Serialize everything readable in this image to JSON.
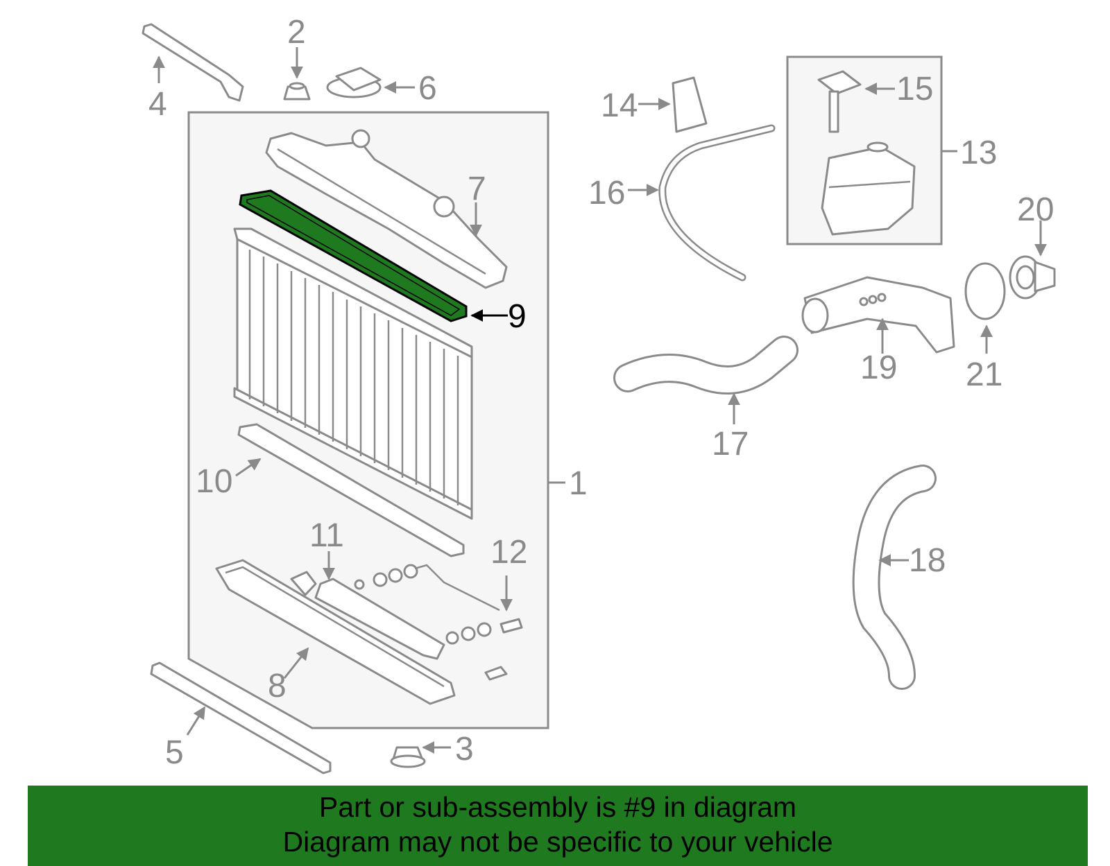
{
  "labels": {
    "p1": "1",
    "p2": "2",
    "p3": "3",
    "p4": "4",
    "p5": "5",
    "p6": "6",
    "p7": "7",
    "p8": "8",
    "p9": "9",
    "p10": "10",
    "p11": "11",
    "p12": "12",
    "p13": "13",
    "p14": "14",
    "p15": "15",
    "p16": "16",
    "p17": "17",
    "p18": "18",
    "p19": "19",
    "p20": "20",
    "p21": "21"
  },
  "highlight_part": "9",
  "colors": {
    "highlight": "#1f7a1f",
    "line": "#8a8a8a",
    "banner": "#1f7a1f"
  },
  "banner": {
    "line1": "Part or sub-assembly is #9 in diagram",
    "line2": "Diagram may not be specific to your vehicle"
  }
}
